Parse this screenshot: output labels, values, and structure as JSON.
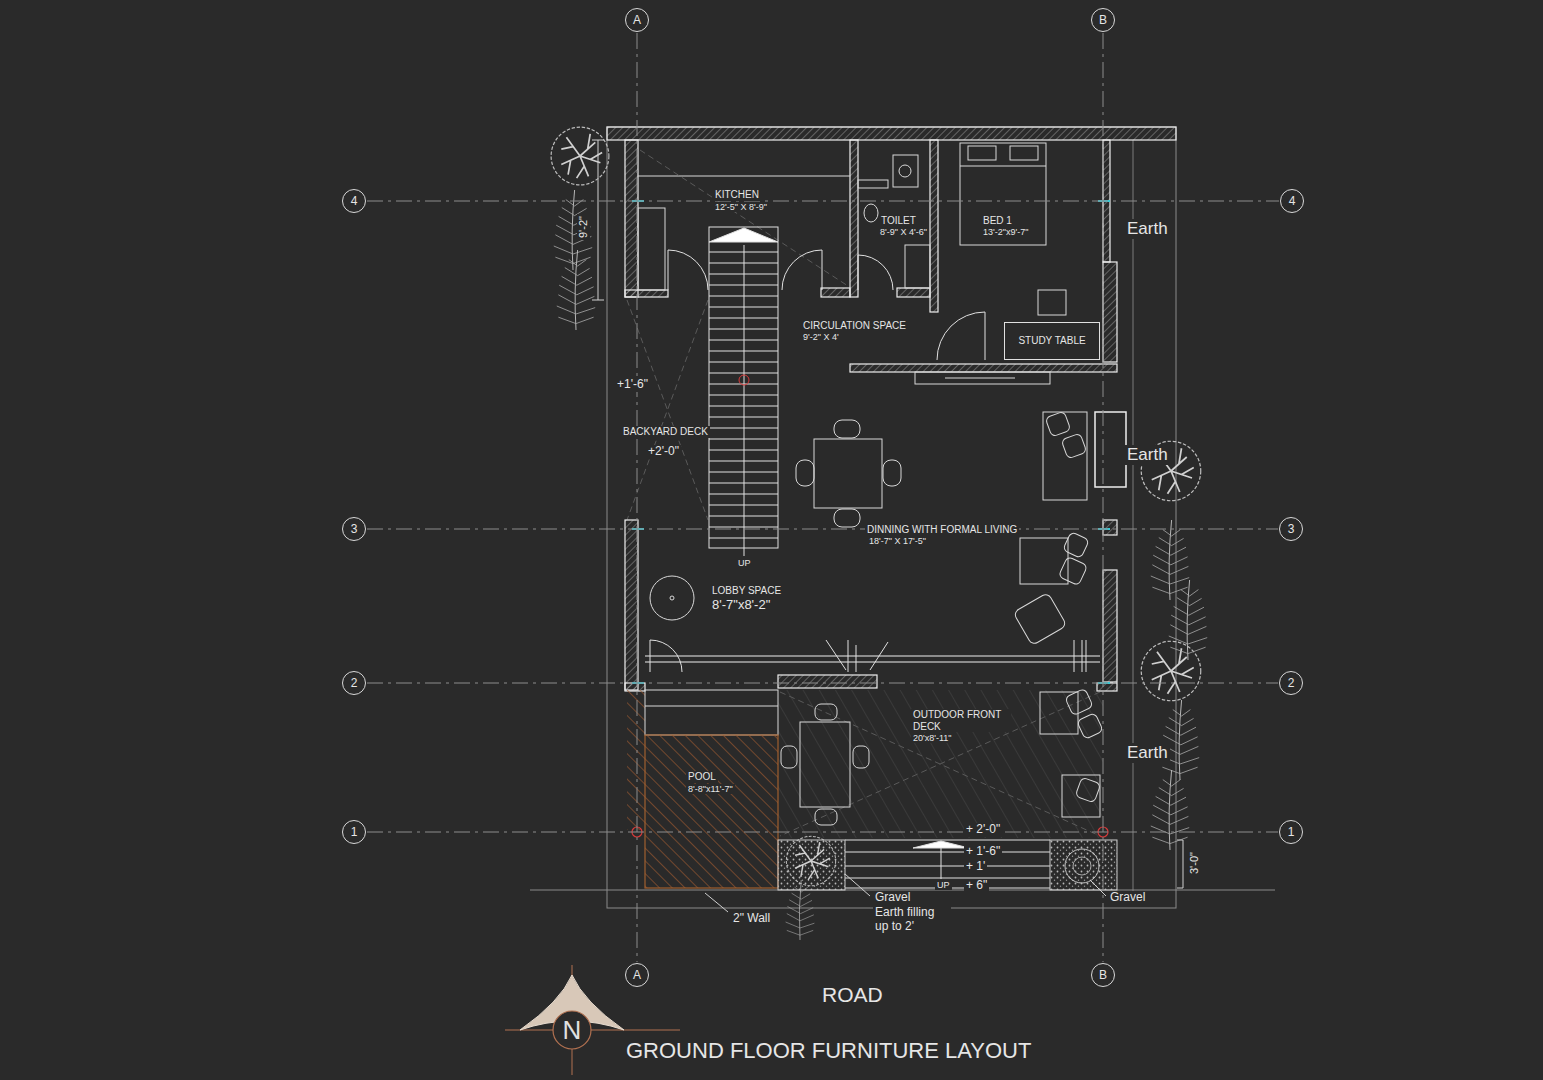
{
  "diagram": {
    "title": "GROUND FLOOR FURNITURE LAYOUT",
    "nodes": [
      {
        "text": [
          "A"
        ]
      },
      {
        "text": [
          "B"
        ]
      },
      {
        "text": [
          "4"
        ]
      },
      {
        "text": [
          "4"
        ]
      },
      {
        "text": [
          "STUDY TABLE"
        ]
      },
      {
        "text": [
          "3"
        ]
      },
      {
        "text": [
          "3"
        ]
      },
      {
        "text": [
          "2"
        ]
      },
      {
        "text": [
          "2"
        ]
      },
      {
        "text": [
          "1"
        ]
      },
      {
        "text": [
          "1"
        ]
      },
      {
        "text": [
          "A"
        ]
      },
      {
        "text": [
          "B"
        ]
      },
      {
        "text": [
          "N"
        ]
      }
    ],
    "edges": [
      {
        "from": 0,
        "to": 11,
        "arrow": "none"
      },
      {
        "from": 1,
        "to": 12,
        "arrow": "none"
      },
      {
        "from": 2,
        "to": 3,
        "arrow": "none"
      },
      {
        "from": 5,
        "to": 6,
        "arrow": "none"
      },
      {
        "from": 7,
        "to": 8,
        "arrow": "none"
      },
      {
        "from": 9,
        "to": 10,
        "arrow": "none"
      }
    ],
    "labels": [
      "KITCHEN",
      "12'-5\" X 8'-9\"",
      "TOILET",
      "8'-9\" X 4'-6\"",
      "BED 1",
      "13'-2\"x9'-7\"",
      "Earth",
      "CIRCULATION SPACE",
      "9'-2\" X 4'",
      "+1'-6\"",
      "BACKYARD DECK",
      "+2'-0\"",
      "Earth",
      "DINNING WITH FORMAL LIVING",
      "18'-7\" X 17'-5\"",
      "UP",
      "LOBBY SPACE",
      "8'-7\"x8'-2\"",
      "OUTDOOR FRONT DECK",
      "20'x8'-11\"",
      "Earth",
      "POOL",
      "8'-8\"x11'-7\"",
      "+ 2'-0\"",
      "+ 1'-6\"",
      "+ 1'",
      "+ 6\"",
      "UP",
      "Gravel",
      "Earth filling up to 2'",
      "Gravel",
      "2\"  Wall",
      "9'-2\"",
      "3'-0\"",
      "ROAD"
    ]
  }
}
